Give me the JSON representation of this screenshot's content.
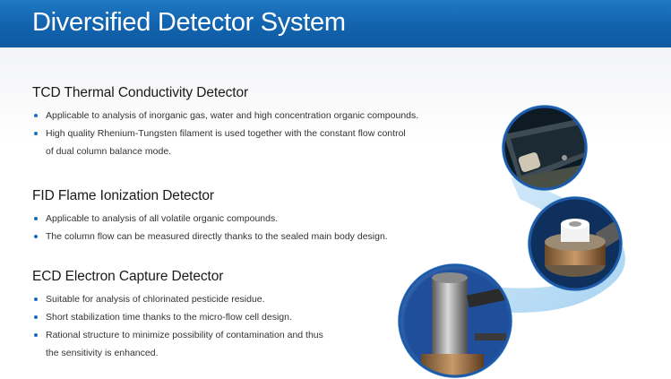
{
  "header": {
    "title": "Diversified Detector System"
  },
  "sections": [
    {
      "title": "TCD Thermal Conductivity Detector",
      "items": [
        "Applicable to analysis of inorganic gas, water and high concentration organic compounds.",
        "High quality Rhenium-Tungsten filament is used together with the constant flow control",
        "of dual column balance mode."
      ]
    },
    {
      "title": "FID Flame Ionization Detector",
      "items": [
        "Applicable to analysis of all volatile organic compounds.",
        "The column flow can be measured directly thanks to the sealed main body design."
      ]
    },
    {
      "title": "ECD Electron Capture Detector",
      "items": [
        "Suitable for analysis of chlorinated pesticide residue.",
        "Short stabilization time thanks to the micro-flow cell design.",
        "Rational structure to minimize possibility of contamination and thus",
        "the sensitivity is enhanced."
      ]
    }
  ],
  "colors": {
    "header": "#1262ad",
    "bullet": "#1b6bb8",
    "ribbon": "#a9d6f3"
  }
}
